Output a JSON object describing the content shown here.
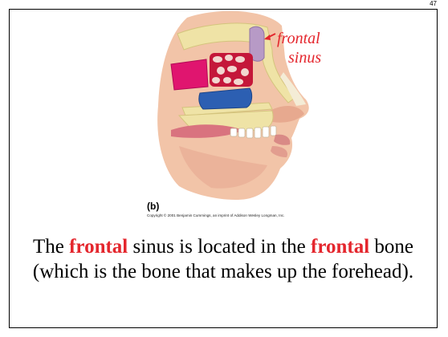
{
  "slide": {
    "page_number": "47",
    "label": {
      "line1": "frontal",
      "line2": "sinus"
    },
    "panel_letter": "(b)",
    "copyright": "Copyright © 2001 Benjamin Cummings, an imprint of Addison Wesley Longman, Inc.",
    "caption": {
      "part1": "The ",
      "highlight1": "frontal",
      "part2": " sinus is located in the ",
      "highlight2": "frontal",
      "part3": " bone (which is the bone that makes up the forehead)."
    }
  },
  "colors": {
    "highlight": "#e4262d",
    "skin": "#f2c4a8",
    "bone": "#efe3a6",
    "frontal_sinus": "#b79ac6",
    "ethmoid_cells": "#c4173a",
    "maxillary_sinus": "#2c5fb2",
    "sphenoid_sinus": "#e0156f"
  }
}
